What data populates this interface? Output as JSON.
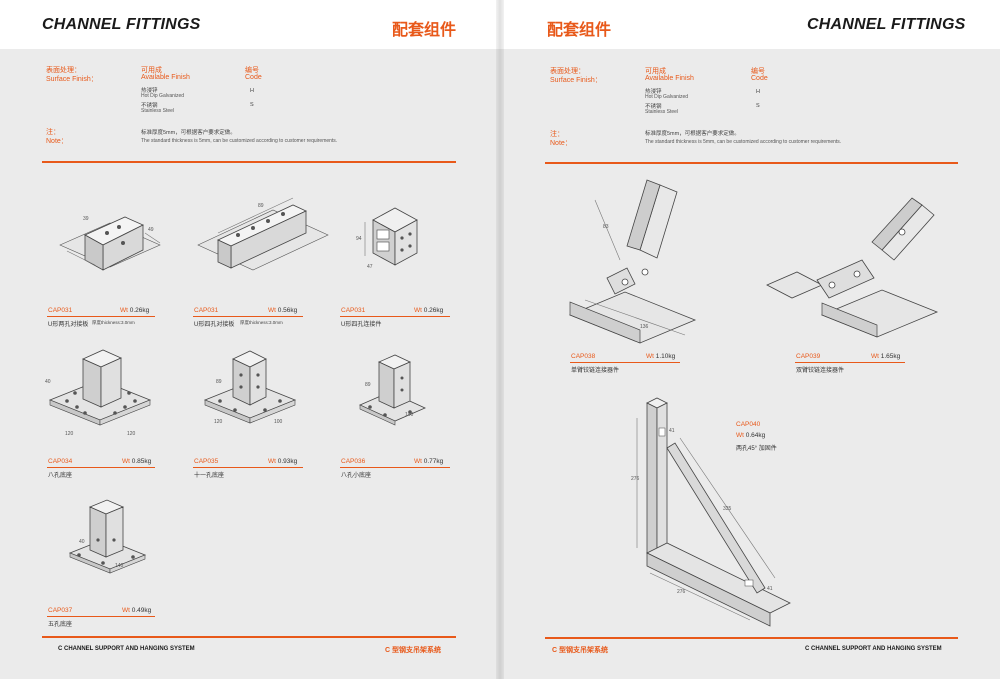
{
  "left": {
    "title_en": "CHANNEL FITTINGS",
    "title_cn": "配套组件",
    "finish": {
      "label_cn": "表面处理：",
      "label_en": "Surface Finish：",
      "avail_cn": "可用成",
      "avail_en": "Available Finish",
      "code_cn": "编号",
      "code_en": "Code",
      "opt1_cn": "热浸锌",
      "opt1_en": "Hot Dip Galvanized",
      "opt1_code": "H",
      "opt2_cn": "不锈钢",
      "opt2_en": "Stainless Steel",
      "opt2_code": "S"
    },
    "note": {
      "label_cn": "注：",
      "label_en": "Note：",
      "text_cn": "标准厚度5mm，可根据客户要求定做。",
      "text_en": "The standard thickness is 5mm, can be customized according to customer requirements."
    },
    "products": [
      {
        "code": "CAP031",
        "wt_label": "Wt",
        "wt": "0.26kg",
        "name": "U形两孔对接板",
        "note": "厚度thickness:3.0mm"
      },
      {
        "code": "CAP031",
        "wt_label": "Wt",
        "wt": "0.56kg",
        "name": "U形四孔对接板",
        "note": "厚度thickness:3.0mm"
      },
      {
        "code": "CAP031",
        "wt_label": "Wt",
        "wt": "0.26kg",
        "name": "U形四孔连接件",
        "note": ""
      },
      {
        "code": "CAP034",
        "wt_label": "Wt",
        "wt": "0.85kg",
        "name": "八孔底座",
        "note": ""
      },
      {
        "code": "CAP035",
        "wt_label": "Wt",
        "wt": "0.93kg",
        "name": "十一孔底座",
        "note": ""
      },
      {
        "code": "CAP036",
        "wt_label": "Wt",
        "wt": "0.77kg",
        "name": "八孔小底座",
        "note": ""
      },
      {
        "code": "CAP037",
        "wt_label": "Wt",
        "wt": "0.49kg",
        "name": "五孔底座",
        "note": ""
      }
    ],
    "dims": {
      "d1a": "39",
      "d1b": "49",
      "d2a": "89",
      "d3a": "94",
      "d3b": "47",
      "d4a": "40",
      "d4b": "120",
      "d4c": "120",
      "d5a": "89",
      "d5b": "120",
      "d5c": "100",
      "d6a": "89",
      "d6b": "140",
      "d7a": "40",
      "d7b": "140"
    },
    "footer_en": "C CHANNEL SUPPORT AND HANGING SYSTEM",
    "footer_cn": "C 型钢支吊架系统"
  },
  "right": {
    "title_en": "CHANNEL FITTINGS",
    "title_cn": "配套组件",
    "finish": {
      "label_cn": "表面处理：",
      "label_en": "Surface Finish：",
      "avail_cn": "可用成",
      "avail_en": "Available Finish",
      "code_cn": "编号",
      "code_en": "Code",
      "opt1_cn": "热浸锌",
      "opt1_en": "Hot Dip Galvanized",
      "opt1_code": "H",
      "opt2_cn": "不锈钢",
      "opt2_en": "Stainless Steel",
      "opt2_code": "S"
    },
    "note": {
      "label_cn": "注：",
      "label_en": "Note：",
      "text_cn": "标准厚度5mm，可根据客户要求定做。",
      "text_en": "The standard thickness is 5mm, can be customized according to customer requirements."
    },
    "products": [
      {
        "code": "CAP038",
        "wt_label": "Wt",
        "wt": "1.10kg",
        "name": "单臂铰链连接器件"
      },
      {
        "code": "CAP039",
        "wt_label": "Wt",
        "wt": "1.65kg",
        "name": "双臂铰链连接器件"
      },
      {
        "code": "CAP040",
        "wt_label": "Wt",
        "wt": "0.64kg",
        "name": "两孔45° 加固件"
      }
    ],
    "dims": {
      "d8a": "83",
      "d8b": "136",
      "d10a": "41",
      "d10b": "276",
      "d10c": "335",
      "d10d": "276",
      "d10e": "41"
    },
    "footer_en": "C CHANNEL SUPPORT AND HANGING SYSTEM",
    "footer_cn": "C 型钢支吊架系统"
  }
}
